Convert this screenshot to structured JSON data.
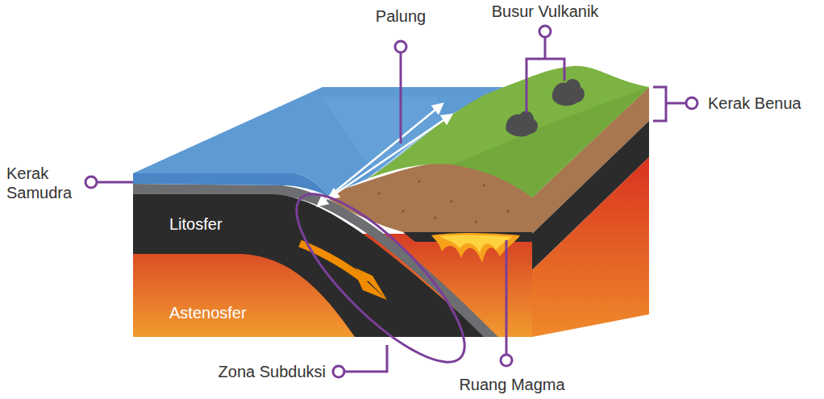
{
  "diagram": {
    "labels": [
      "Palung",
      "Busur Vulkanik",
      "Kerak Benua",
      "Kerak Samudra",
      "Litosfer",
      "Astenosfer",
      "Zona Subduksi",
      "Ruang Magma"
    ]
  }
}
